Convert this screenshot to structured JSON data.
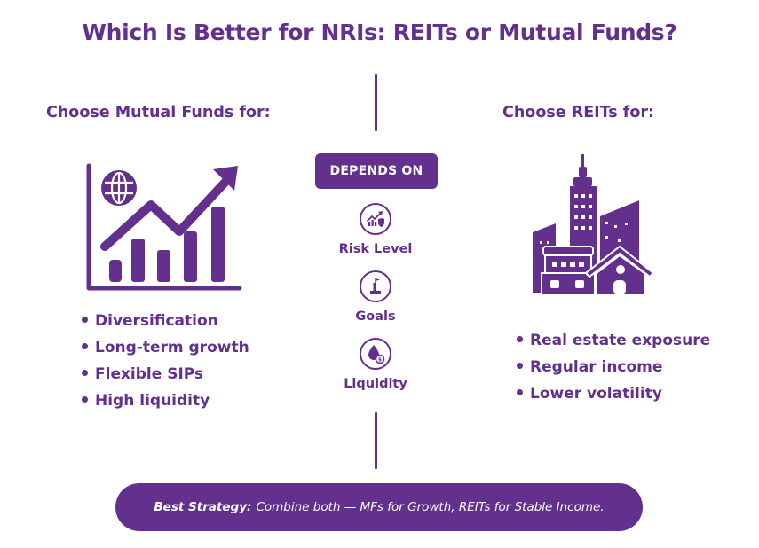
{
  "title": "Which Is Better for NRIs: REITs or Mutual Funds?",
  "colors": {
    "primary": "#63308e",
    "background": "#ffffff",
    "text_on_primary": "#ffffff"
  },
  "left_column": {
    "heading": "Choose Mutual Funds for:",
    "icon": "growth-chart-globe-icon",
    "bullets": [
      "Diversification",
      "Long-term growth",
      "Flexible SIPs",
      "High liquidity"
    ]
  },
  "center_column": {
    "badge": "DEPENDS ON",
    "factors": [
      {
        "label": "Risk Level",
        "icon": "risk-chart-shield-icon"
      },
      {
        "label": "Goals",
        "icon": "goal-flag-podium-icon"
      },
      {
        "label": "Liquidity",
        "icon": "liquidity-drop-coin-icon"
      }
    ]
  },
  "right_column": {
    "heading": "Choose REITs for:",
    "icon": "city-buildings-house-icon",
    "bullets": [
      "Real estate exposure",
      "Regular income",
      "Lower volatility"
    ]
  },
  "footer": {
    "label": "Best Strategy:",
    "text": "Combine both — MFs for Growth, REITs for Stable Income."
  }
}
